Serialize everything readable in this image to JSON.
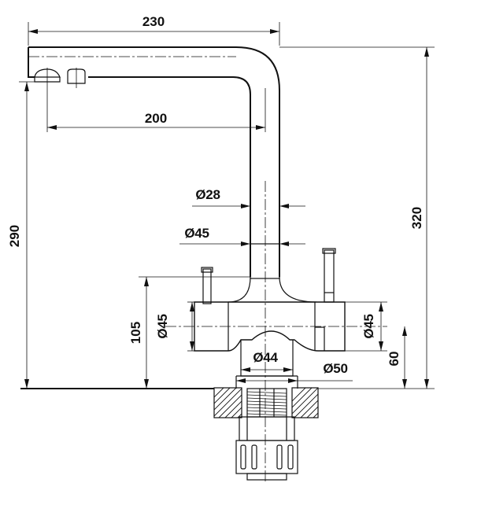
{
  "dimensions": {
    "total_reach": "230",
    "spout_reach": "200",
    "spout_height": "290",
    "total_height": "320",
    "spout_diameter": "Ø28",
    "column_diameter": "Ø45",
    "left_body_diameter": "Ø45",
    "right_body_diameter": "Ø45",
    "base_diameter": "Ø44",
    "mounting_hole": "Ø50",
    "body_height": "105",
    "handle_axis_height": "60"
  }
}
